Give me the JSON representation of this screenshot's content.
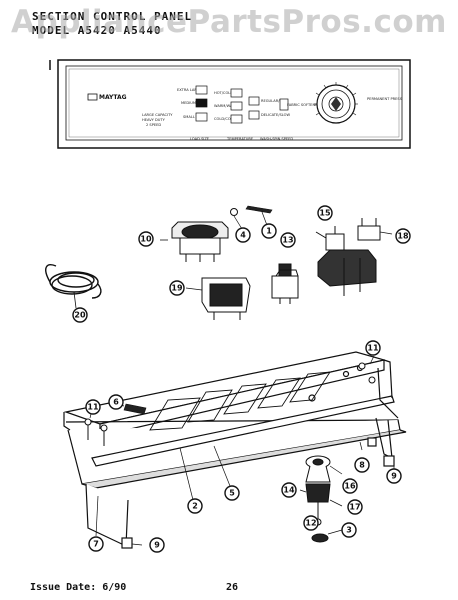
{
  "header": {
    "section_line": "SECTION  CONTROL PANEL",
    "model_line": "MODEL  A5420  A5440"
  },
  "watermark": "AppliancePartsPros.com",
  "panel": {
    "brand": "MAYTAG",
    "left_labels": [
      "LARGE CAPACITY",
      "HEAVY DUTY",
      "2 SPEED"
    ],
    "load_size_options": [
      "EXTRA LARGE",
      "MEDIUM",
      "SMALL"
    ],
    "temperature_options": [
      "HOT/COLD",
      "WARM/WARM",
      "COLD/COLD"
    ],
    "speed_options": [
      "REGULAR/FAST",
      "DELICATE/SLOW"
    ],
    "mid_button": "FABRIC SOFTENER",
    "right_label": "PERMANENT PRESS",
    "bottom_labels": [
      "LOAD SIZE",
      "TEMPERATURE",
      "WASH-SPIN SPEED"
    ]
  },
  "callouts": [
    "1",
    "2",
    "3",
    "4",
    "5",
    "6",
    "7",
    "8",
    "9",
    "9",
    "9",
    "10",
    "11",
    "11",
    "11",
    "12",
    "13",
    "14",
    "15",
    "16",
    "17",
    "18",
    "19",
    "20"
  ],
  "footer": {
    "issue": "Issue Date: 6/90",
    "page": "26"
  }
}
